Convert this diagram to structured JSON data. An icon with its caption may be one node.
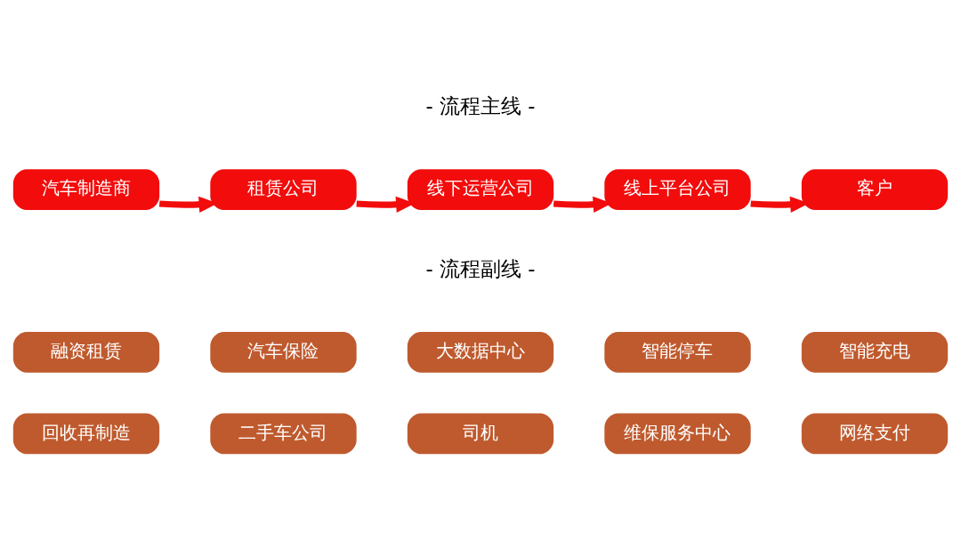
{
  "diagram": {
    "nodes": [
      {
        "text": [
          "汽车制造商"
        ]
      },
      {
        "text": [
          "租赁公司"
        ]
      },
      {
        "text": [
          "线下运营公司"
        ]
      },
      {
        "text": [
          "线上平台公司"
        ]
      },
      {
        "text": [
          "客户"
        ]
      },
      {
        "text": [
          "融资租赁"
        ]
      },
      {
        "text": [
          "汽车保险"
        ]
      },
      {
        "text": [
          "大数据中心"
        ]
      },
      {
        "text": [
          "智能停车"
        ]
      },
      {
        "text": [
          "智能充电"
        ]
      },
      {
        "text": [
          "回收再制造"
        ]
      },
      {
        "text": [
          "二手车公司"
        ]
      },
      {
        "text": [
          "司机"
        ]
      },
      {
        "text": [
          "维保服务中心"
        ]
      },
      {
        "text": [
          "网络支付"
        ]
      }
    ],
    "edges": [
      {
        "from": 0,
        "to": 1,
        "arrow": "to"
      },
      {
        "from": 1,
        "to": 2,
        "arrow": "to"
      },
      {
        "from": 2,
        "to": 3,
        "arrow": "to"
      },
      {
        "from": 3,
        "to": 4,
        "arrow": "to"
      }
    ],
    "labels": [
      "- 流程主线 -",
      "- 流程副线 -"
    ]
  }
}
